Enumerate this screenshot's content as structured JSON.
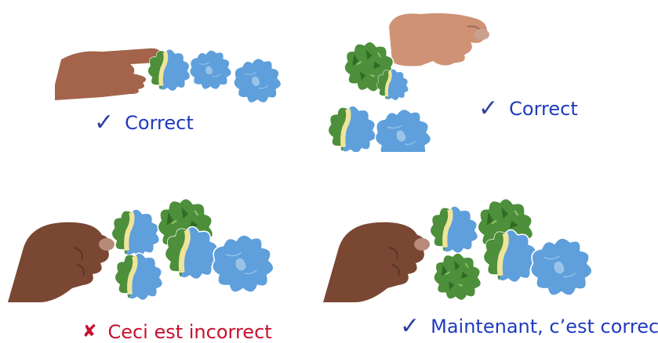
{
  "colors": {
    "correct_text": "#1f3bbf",
    "incorrect_text": "#c8102e",
    "check": "#2e3f9e",
    "cross": "#c8102e",
    "skin_light": "#cf9275",
    "skin_medium": "#a3644b",
    "skin_dark": "#7a4733",
    "water": "#5e9fdc",
    "forest": "#4d8f3a",
    "sand": "#eee49a"
  },
  "panels": [
    {
      "caption": "Correct",
      "status": "correct",
      "mark_icon": "checkmark-icon"
    },
    {
      "caption": "Correct",
      "status": "correct",
      "mark_icon": "checkmark-icon"
    },
    {
      "caption": "Ceci est incorrect",
      "status": "incorrect",
      "mark_icon": "cross-icon"
    },
    {
      "caption": "Maintenant, c’est correct",
      "status": "correct",
      "mark_icon": "checkmark-icon"
    }
  ]
}
